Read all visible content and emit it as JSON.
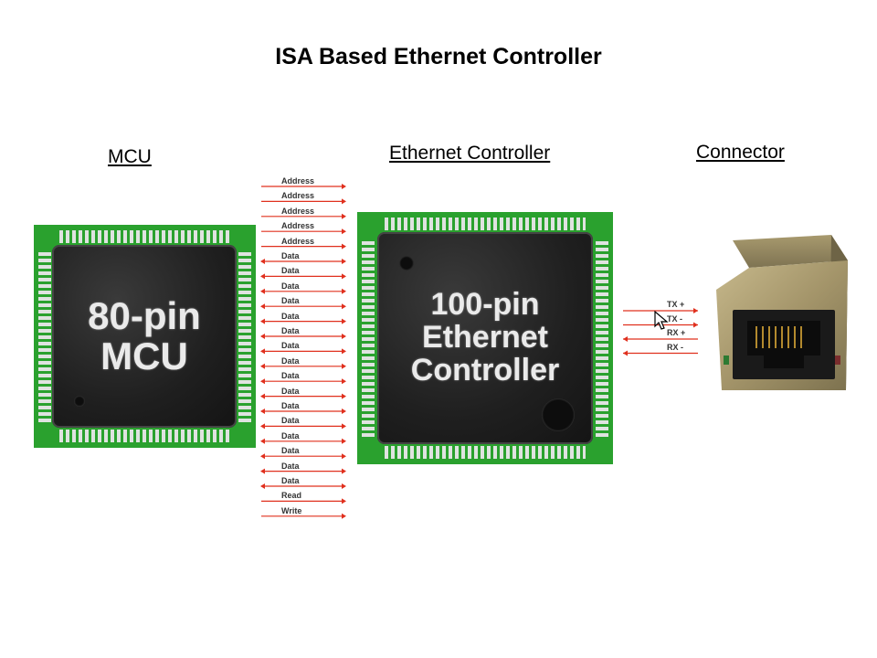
{
  "title": "ISA Based Ethernet Controller",
  "labels": {
    "mcu": "MCU",
    "ethernet_controller": "Ethernet Controller",
    "connector": "Connector"
  },
  "mcu_chip": {
    "line1": "80-pin",
    "line2": "MCU"
  },
  "eth_chip": {
    "line1": "100-pin",
    "line2": "Ethernet",
    "line3": "Controller"
  },
  "isa_bus_signals": [
    "Address",
    "Address",
    "Address",
    "Address",
    "Address",
    "Data",
    "Data",
    "Data",
    "Data",
    "Data",
    "Data",
    "Data",
    "Data",
    "Data",
    "Data",
    "Data",
    "Data",
    "Data",
    "Data",
    "Data",
    "Data",
    "Read",
    "Write"
  ],
  "isa_bus_directions": [
    "right",
    "right",
    "right",
    "right",
    "right",
    "both",
    "both",
    "both",
    "both",
    "both",
    "both",
    "both",
    "both",
    "both",
    "both",
    "both",
    "both",
    "both",
    "both",
    "both",
    "both",
    "right",
    "right"
  ],
  "connector_signals": [
    "TX +",
    "TX -",
    "RX +",
    "RX -"
  ],
  "connector_directions": [
    "right",
    "right",
    "left",
    "left"
  ],
  "colors": {
    "arrow": "#e0301e",
    "board": "#2aa12e",
    "chip": "#1f1f1f"
  }
}
